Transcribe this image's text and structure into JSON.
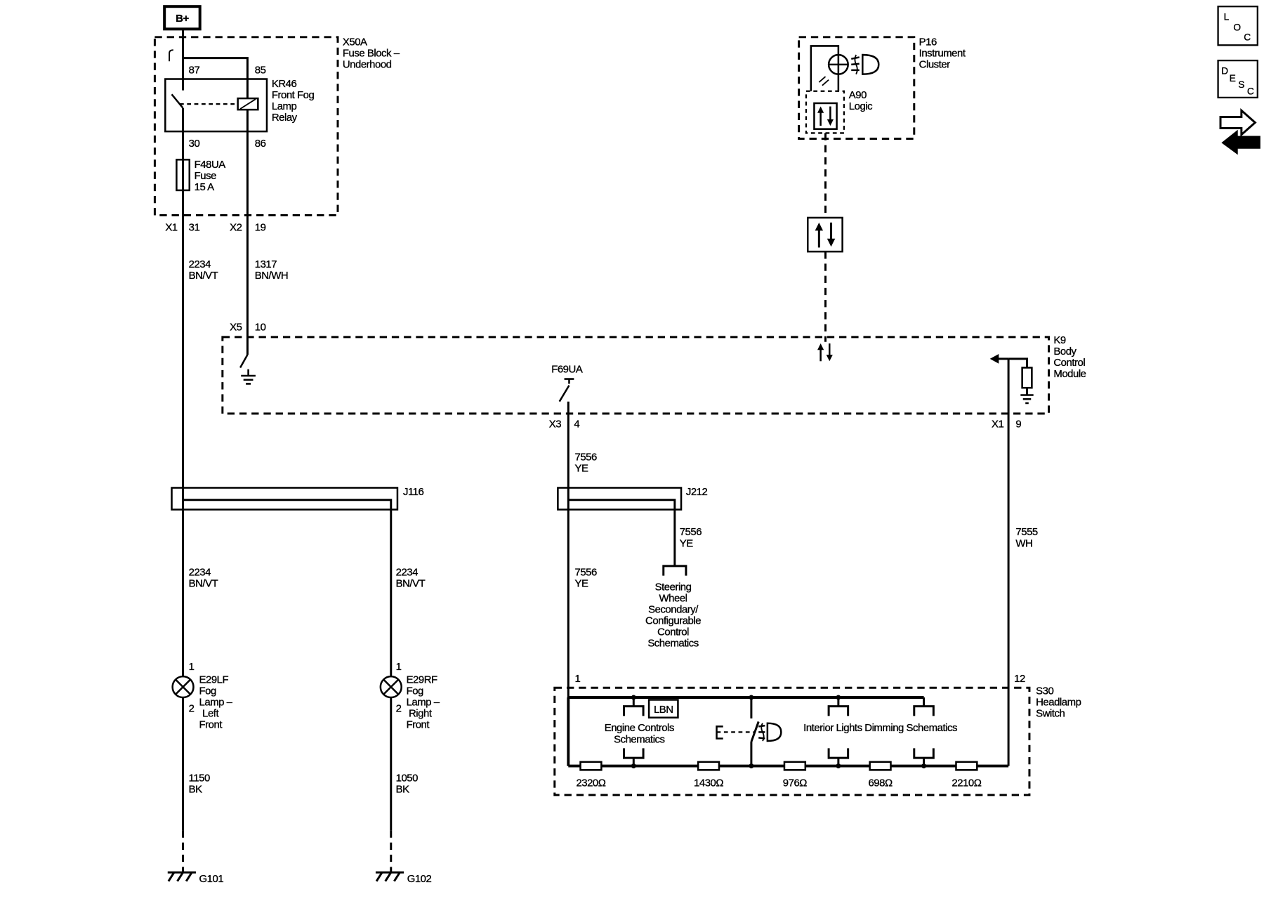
{
  "diagram": {
    "colors": {
      "line": "#000000",
      "background": "#ffffff"
    }
  },
  "supply": {
    "label": "B+"
  },
  "x50a": {
    "id": "X50A",
    "name": [
      "Fuse Block –",
      "Underhood"
    ],
    "x1": "X1",
    "x1_pin": "31",
    "x2": "X2",
    "x2_pin": "19"
  },
  "kr46": {
    "id": "KR46",
    "name": [
      "Front Fog",
      "Lamp",
      "Relay"
    ],
    "pin_87": "87",
    "pin_85": "85",
    "pin_30": "30",
    "pin_86": "86"
  },
  "f48ua": {
    "id": "F48UA",
    "name": "Fuse",
    "rating": "15 A"
  },
  "p16": {
    "id": "P16",
    "name": [
      "Instrument",
      "Cluster"
    ]
  },
  "a90": {
    "id": "A90",
    "name": "Logic"
  },
  "k9": {
    "id": "K9",
    "name": [
      "Body",
      "Control",
      "Module"
    ],
    "x5": "X5",
    "x5_pin": "10",
    "fuse": "F69UA",
    "x3": "X3",
    "x3_pin": "4",
    "x1": "X1",
    "x1_pin": "9"
  },
  "wires": {
    "w2234_top": {
      "circuit": "2234",
      "color": "BN/VT"
    },
    "w1317": {
      "circuit": "1317",
      "color": "BN/WH"
    },
    "w7556_top": {
      "circuit": "7556",
      "color": "YE"
    },
    "w7556_branch": {
      "circuit": "7556",
      "color": "YE"
    },
    "w7555": {
      "circuit": "7555",
      "color": "WH"
    },
    "w2234_left": {
      "circuit": "2234",
      "color": "BN/VT"
    },
    "w2234_right": {
      "circuit": "2234",
      "color": "BN/VT"
    },
    "w7556_bottom": {
      "circuit": "7556",
      "color": "YE"
    },
    "w1150": {
      "circuit": "1150",
      "color": "BK"
    },
    "w1050": {
      "circuit": "1050",
      "color": "BK"
    }
  },
  "splices": {
    "j116": "J116",
    "j212": "J212"
  },
  "steering_ref": [
    "Steering",
    "Wheel",
    "Secondary/",
    "Configurable",
    "Control",
    "Schematics"
  ],
  "e29lf": {
    "id": "E29LF",
    "name": [
      "Fog",
      "Lamp –",
      "Left",
      "Front"
    ],
    "pin_1": "1",
    "pin_2": "2"
  },
  "e29rf": {
    "id": "E29RF",
    "name": [
      "Fog",
      "Lamp –",
      "Right",
      "Front"
    ],
    "pin_1": "1",
    "pin_2": "2"
  },
  "grounds": {
    "g101": "G101",
    "g102": "G102"
  },
  "s30": {
    "id": "S30",
    "name": [
      "Headlamp",
      "Switch"
    ],
    "pin_1": "1",
    "pin_12": "12",
    "lbn": "LBN",
    "engine_ref": [
      "Engine Controls",
      "Schematics"
    ],
    "interior_ref": "Interior Lights Dimming Schematics",
    "resistors": [
      "2320Ω",
      "1430Ω",
      "976Ω",
      "698Ω",
      "2210Ω"
    ]
  },
  "nav": {
    "loc": [
      "L",
      "O",
      "C"
    ],
    "desc": [
      "D",
      "E",
      "S",
      "C"
    ]
  },
  "icons": {
    "lamp": "lamp-icon",
    "fog_lamp": "fog-lamp-icon",
    "data_comm": "data-communication-icon",
    "navigation": "navigation-icon",
    "ground": "chassis-ground-icon"
  }
}
